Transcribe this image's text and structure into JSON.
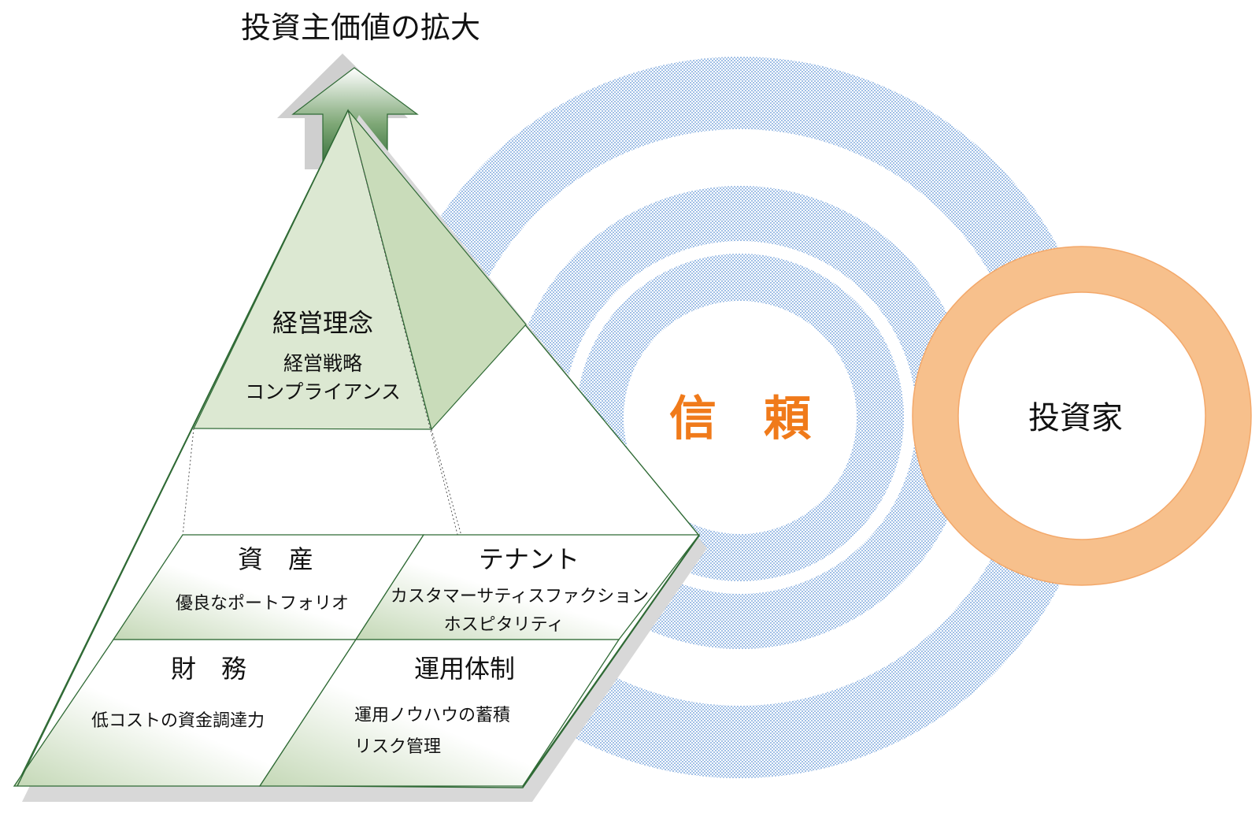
{
  "title": "投資主価値の拡大",
  "center_label": "信　頼",
  "investor_label": "投資家",
  "pyramid": {
    "apex": {
      "heading": "経営理念",
      "lines": [
        "経営戦略",
        "コンプライアンス"
      ]
    },
    "quadrants": {
      "assets": {
        "heading": "資　産",
        "lines": [
          "優良なポートフォリオ"
        ]
      },
      "tenants": {
        "heading": "テナント",
        "lines": [
          "カスタマーサティスファクション",
          "ホスピタリティ"
        ]
      },
      "finance": {
        "heading": "財　務",
        "lines": [
          "低コストの資金調達力"
        ]
      },
      "operations": {
        "heading": "運用体制",
        "lines": [
          "運用ノウハウの蓄積",
          "リスク管理"
        ]
      }
    }
  },
  "colors": {
    "ring_blue": "#8fb4e3",
    "orange": "#f7c08c",
    "orange_text": "#f07a1a",
    "green_dark": "#2f6a35",
    "green_light": "#dce8d2",
    "green_face": "#c9dcba"
  }
}
